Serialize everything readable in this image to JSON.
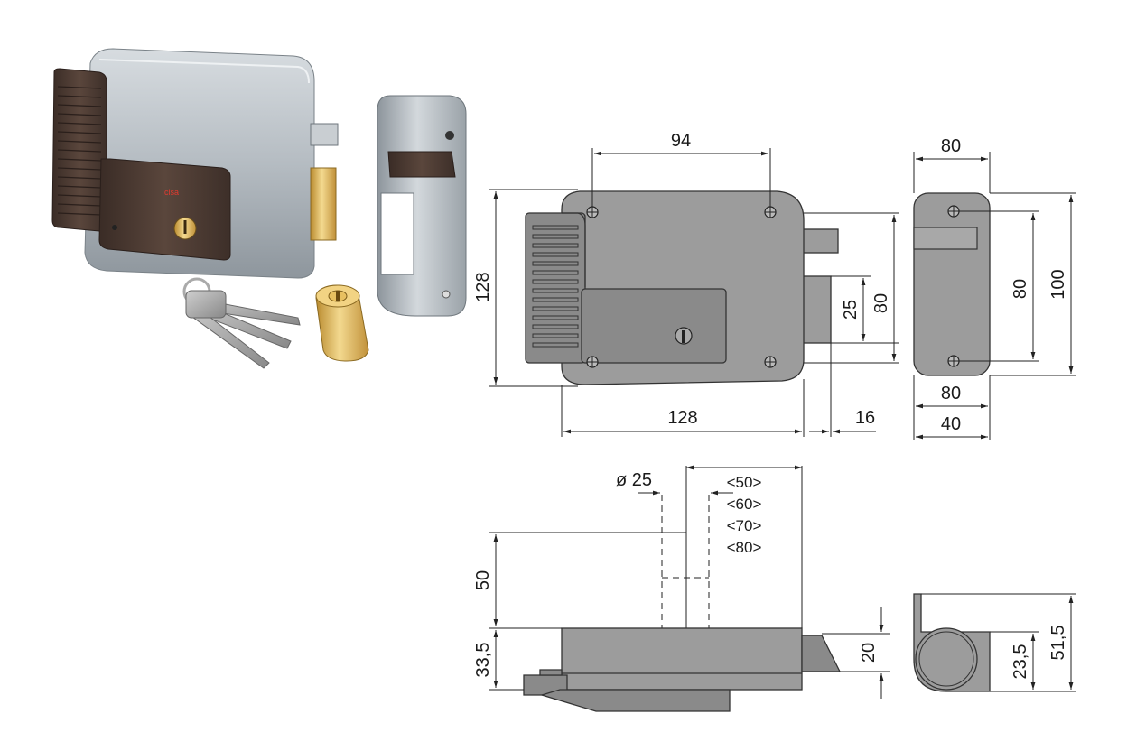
{
  "product": {
    "brand_text": "cisa"
  },
  "front_view": {
    "dim_top_holes": "94",
    "dim_height_left": "128",
    "dim_width_bottom": "128",
    "dim_latch_25": "25",
    "dim_latch_80": "80",
    "dim_bolt_16": "16"
  },
  "side_view": {
    "dim_top": "80",
    "dim_holes_vertical": "80",
    "dim_height": "100",
    "dim_bottom_80": "80",
    "dim_bottom_40": "40"
  },
  "top_view": {
    "dim_diameter": "ø 25",
    "cylinder_options": [
      "<50>",
      "<60>",
      "<70>",
      "<80>"
    ],
    "dim_50": "50",
    "dim_33_5": "33,5",
    "dim_20": "20"
  },
  "keeper_view": {
    "dim_23_5": "23,5",
    "dim_51_5": "51,5"
  },
  "colors": {
    "lock_body": "#b9bfc4",
    "cover_brown": "#4a3a33",
    "brass": "#d8ac4a",
    "drawing_grey": "#9c9c9c"
  }
}
